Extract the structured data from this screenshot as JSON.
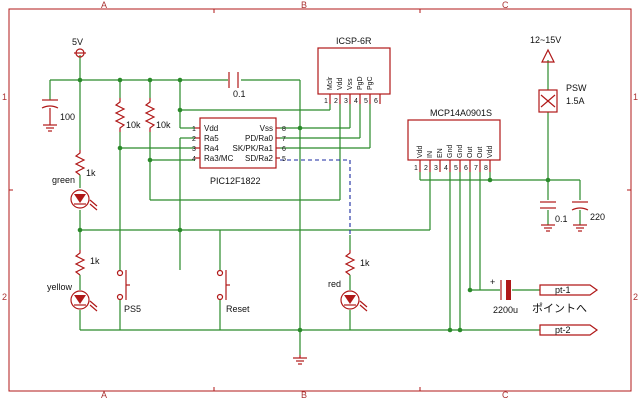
{
  "frame": {
    "cols": [
      "A",
      "B",
      "C"
    ],
    "rows": [
      "1",
      "2"
    ]
  },
  "labels": {
    "v5": "5V",
    "vin": "12~15V",
    "c_top": "0.1",
    "c_100": "100",
    "r_green": "1k",
    "led_green": "green",
    "r_yellow": "1k",
    "led_yellow": "yellow",
    "r1": "10k",
    "r2": "10k",
    "sw_ps5": "PS5",
    "sw_reset": "Reset",
    "r_red": "1k",
    "led_red": "red",
    "c_01b": "0.1",
    "c_220": "220",
    "c_2200": "2200u",
    "psw": "PSW",
    "psw_rating": "1.5A",
    "pt1": "pt-1",
    "pt2": "pt-2",
    "note": "ポイントへ"
  },
  "icsp": {
    "title": "ICSP-6R",
    "pins": [
      "Mclr",
      "Vdd",
      "Vss",
      "PgD",
      "PgC",
      ""
    ],
    "nums": [
      "1",
      "2",
      "3",
      "4",
      "5",
      "6"
    ]
  },
  "pic": {
    "name": "PIC12F1822",
    "left_pins": [
      "Vdd",
      "Ra5",
      "Ra4",
      "Ra3/MC"
    ],
    "left_nums": [
      "1",
      "2",
      "3",
      "4"
    ],
    "right_pins": [
      "Vss",
      "PD/Ra0",
      "SK/PK/Ra1",
      "SD/Ra2"
    ],
    "right_nums": [
      "8",
      "7",
      "6",
      "5"
    ]
  },
  "mcp": {
    "name": "MCP14A0901S",
    "pins": [
      "Vdd",
      "IN",
      "EN",
      "Gnd",
      "Gnd",
      "Out",
      "Out",
      "Vdd"
    ],
    "nums": [
      "1",
      "2",
      "3",
      "4",
      "5",
      "6",
      "7",
      "8"
    ]
  }
}
